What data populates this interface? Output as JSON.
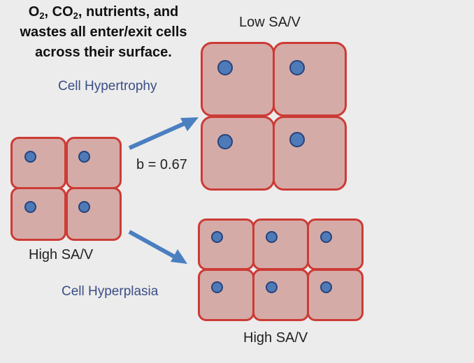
{
  "title": {
    "line1_a": "O",
    "line1_sub1": "2",
    "line1_b": ", CO",
    "line1_sub2": "2",
    "line1_c": ", nutrients, and",
    "line2": "wastes all enter/exit cells",
    "line3": "across their surface."
  },
  "labels": {
    "low_sav": "Low SA/V",
    "high_sav_left": "High SA/V",
    "high_sav_bottom": "High SA/V",
    "hypertrophy": "Cell Hypertrophy",
    "hyperplasia": "Cell Hyperplasia",
    "exponent": "b = 0.67"
  },
  "colors": {
    "background": "#ececec",
    "cell_fill": "#d5aba8",
    "cell_border": "#cc3b35",
    "nucleus_fill": "#4f7ab8",
    "nucleus_border": "#26437a",
    "arrow": "#4a7fc0",
    "process_text": "#3b4e86"
  }
}
